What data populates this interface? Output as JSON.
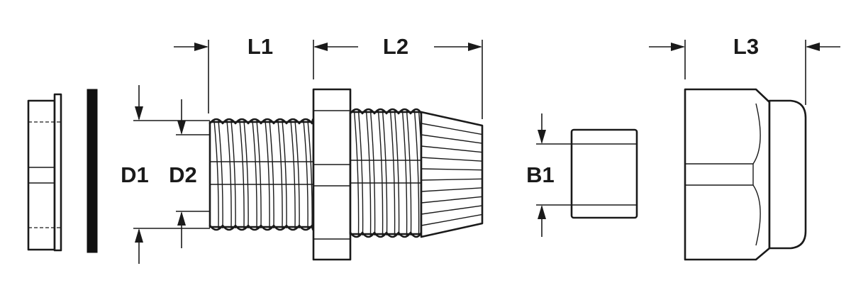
{
  "labels": {
    "l1": "L1",
    "l2": "L2",
    "l3": "L3",
    "d1": "D1",
    "d2": "D2",
    "b1": "B1"
  },
  "colors": {
    "line": "#1a1a1a",
    "background": "#ffffff"
  }
}
